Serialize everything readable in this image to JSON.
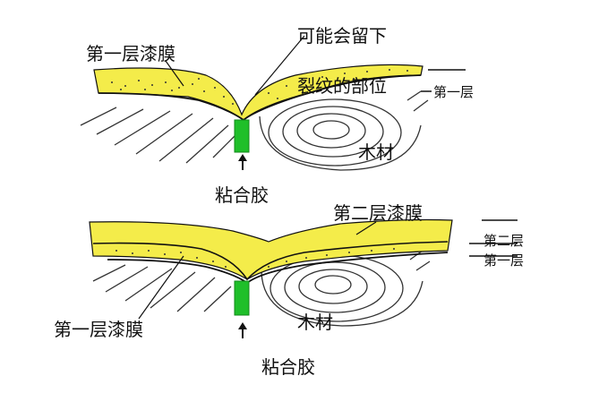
{
  "colors": {
    "lacquer": "#f4ec4a",
    "lacquer_dark": "#c8b020",
    "glue": "#1fbf2a",
    "glue_edge": "#138a1b",
    "wood_lines": "#333333",
    "text": "#111111"
  },
  "top": {
    "first_layer_film": "第一层漆膜",
    "crack_note_line1": "可能会留下",
    "crack_note_line2": "裂纹的部位",
    "layer_mark": "第一层",
    "wood": "木材",
    "glue": "粘合胶"
  },
  "bottom": {
    "second_layer_film": "第二层漆膜",
    "layer_mark_2": "第二层",
    "layer_mark_1": "第一层",
    "first_layer_film": "第一层漆膜",
    "wood": "木材",
    "glue": "粘合胶"
  }
}
